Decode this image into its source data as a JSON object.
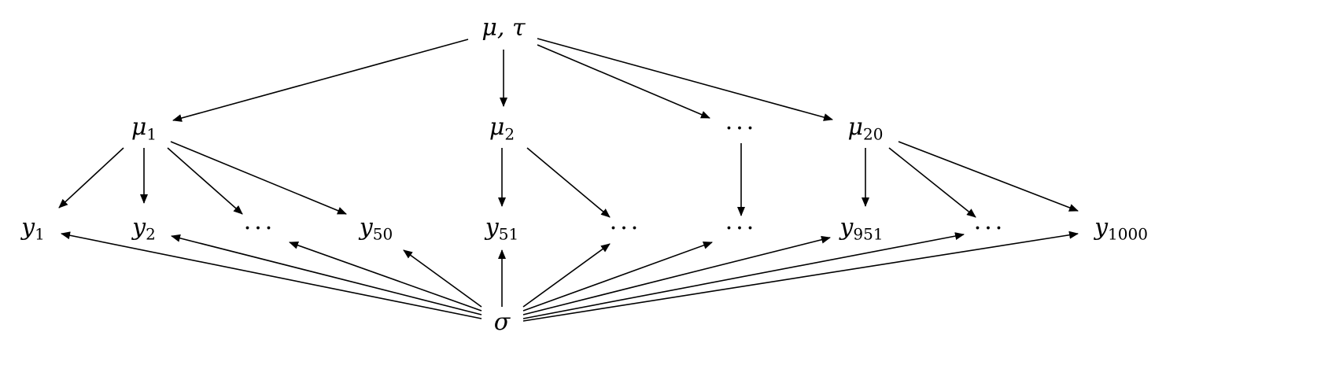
{
  "nodes": {
    "mutau": {
      "label": "μ, τ",
      "sub": ""
    },
    "mu1": {
      "label": "μ",
      "sub": "1"
    },
    "mu2": {
      "label": "μ",
      "sub": "2"
    },
    "mudots": {
      "label": "···",
      "sub": ""
    },
    "mu20": {
      "label": "μ",
      "sub": "20"
    },
    "y1": {
      "label": "y",
      "sub": "1"
    },
    "y2": {
      "label": "y",
      "sub": "2"
    },
    "ydots1": {
      "label": "···",
      "sub": ""
    },
    "y50": {
      "label": "y",
      "sub": "50"
    },
    "y51": {
      "label": "y",
      "sub": "51"
    },
    "ydots2": {
      "label": "···",
      "sub": ""
    },
    "ydots3": {
      "label": "···",
      "sub": ""
    },
    "y951": {
      "label": "y",
      "sub": "951"
    },
    "ydots4": {
      "label": "···",
      "sub": ""
    },
    "y1000": {
      "label": "y",
      "sub": "1000"
    },
    "sigma": {
      "label": "σ",
      "sub": ""
    }
  },
  "edges": [
    [
      "mutau",
      "mu1"
    ],
    [
      "mutau",
      "mu2"
    ],
    [
      "mutau",
      "mudots"
    ],
    [
      "mutau",
      "mu20"
    ],
    [
      "mu1",
      "y1"
    ],
    [
      "mu1",
      "y2"
    ],
    [
      "mu1",
      "ydots1"
    ],
    [
      "mu1",
      "y50"
    ],
    [
      "mu2",
      "y51"
    ],
    [
      "mu2",
      "ydots2"
    ],
    [
      "mudots",
      "ydots3"
    ],
    [
      "mu20",
      "y951"
    ],
    [
      "mu20",
      "ydots4"
    ],
    [
      "mu20",
      "y1000"
    ],
    [
      "sigma",
      "y1"
    ],
    [
      "sigma",
      "y2"
    ],
    [
      "sigma",
      "ydots1"
    ],
    [
      "sigma",
      "y50"
    ],
    [
      "sigma",
      "y51"
    ],
    [
      "sigma",
      "ydots2"
    ],
    [
      "sigma",
      "ydots3"
    ],
    [
      "sigma",
      "y951"
    ],
    [
      "sigma",
      "ydots4"
    ],
    [
      "sigma",
      "y1000"
    ]
  ]
}
